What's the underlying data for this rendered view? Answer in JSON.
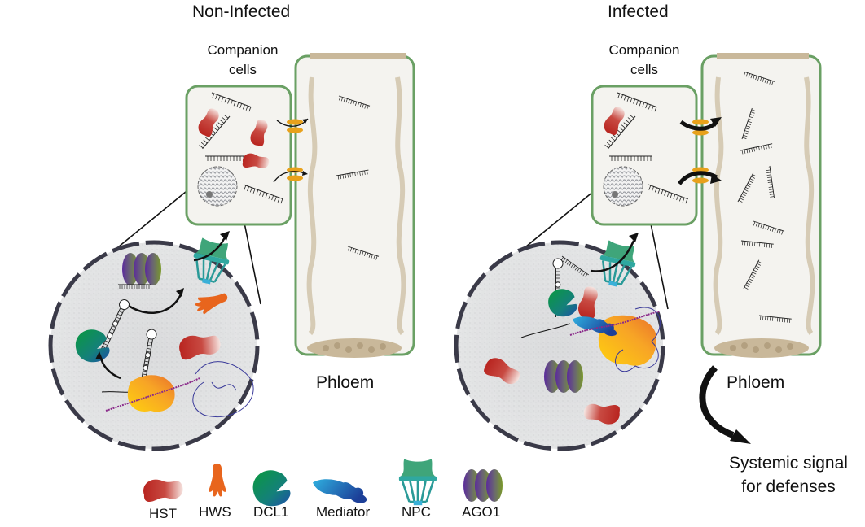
{
  "panels": [
    {
      "title": "Non-Infected",
      "companion_label": [
        "Companion",
        "cells"
      ],
      "phloem_label": "Phloem"
    },
    {
      "title": "Infected",
      "companion_label": [
        "Companion",
        "cells"
      ],
      "phloem_label": "Phloem",
      "outcome_label": [
        "Systemic signal",
        "for defenses"
      ]
    }
  ],
  "legend": [
    {
      "label": "HST",
      "icon": "hst-protein-icon"
    },
    {
      "label": "HWS",
      "icon": "hws-protein-icon"
    },
    {
      "label": "DCL1",
      "icon": "dcl1-protein-icon"
    },
    {
      "label": "Mediator",
      "icon": "mediator-complex-icon"
    },
    {
      "label": "NPC",
      "icon": "nuclear-pore-complex-icon"
    },
    {
      "label": "AGO1",
      "icon": "ago1-protein-icon"
    }
  ],
  "colors": {
    "cell_wall": "#6aa064",
    "cell_fill": "#f4f3ef",
    "sieve_plate": "#c9b89a",
    "plasmodesmata": "#e8a11b",
    "hst": "#c0302a",
    "hws": "#e8651d",
    "dcl1": "#109a4a",
    "mediator": "#2a8ad0",
    "npc": "#3fa57a",
    "ago1": "#5a3a9a",
    "nucleus": "#d9dadc"
  }
}
